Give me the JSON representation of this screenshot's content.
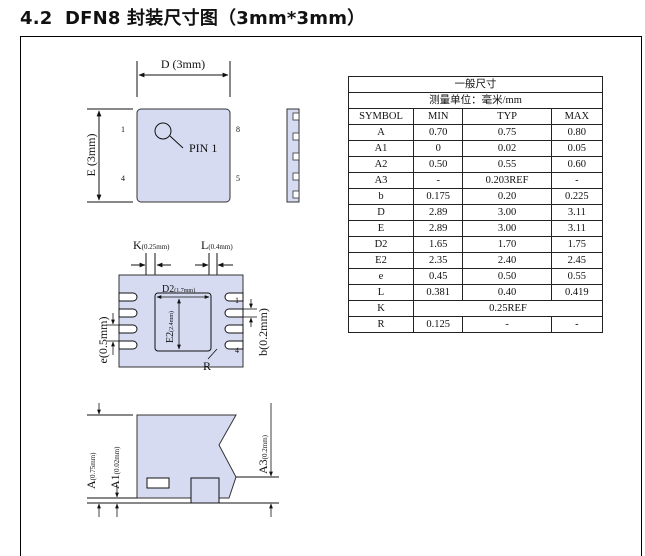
{
  "heading": {
    "number": "4.2",
    "title": "DFN8 封装尺寸图（3mm*3mm）"
  },
  "drawing": {
    "top_view": {
      "d_label": "D (3mm)",
      "e_label": "E (3mm)",
      "pin_label": "PIN 1",
      "pin_numbers": [
        "1",
        "4",
        "8",
        "5"
      ]
    },
    "bottom_view": {
      "k_label": "K",
      "k_sub": "(0.25mm)",
      "l_label": "L",
      "l_sub": "(0.4mm)",
      "d2_label": "D2",
      "d2_sub": "(1.7mm)",
      "e2_label": "E2",
      "e2_sub": "(2.4mm)",
      "e_label": "e(0.5mm)",
      "b_label": "b(0.2mm)",
      "r_label": "R",
      "pin_numbers": [
        "1",
        "4"
      ]
    },
    "side_view": {
      "a_label": "A",
      "a_sub": "(0.75mm)",
      "a1_label": "A1",
      "a1_sub": "(0.02mm)",
      "a3_label": "A3",
      "a3_sub": "(0.2mm)"
    }
  },
  "table": {
    "title": "一般尺寸",
    "unit": "测量单位：毫米/mm",
    "headers": [
      "SYMBOL",
      "MIN",
      "TYP",
      "MAX"
    ],
    "rows": [
      {
        "symbol": "A",
        "min": "0.70",
        "typ": "0.75",
        "max": "0.80"
      },
      {
        "symbol": "A1",
        "min": "0",
        "typ": "0.02",
        "max": "0.05"
      },
      {
        "symbol": "A2",
        "min": "0.50",
        "typ": "0.55",
        "max": "0.60"
      },
      {
        "symbol": "A3",
        "min": "-",
        "typ": "0.203REF",
        "max": "-"
      },
      {
        "symbol": "b",
        "min": "0.175",
        "typ": "0.20",
        "max": "0.225"
      },
      {
        "symbol": "D",
        "min": "2.89",
        "typ": "3.00",
        "max": "3.11"
      },
      {
        "symbol": "E",
        "min": "2.89",
        "typ": "3.00",
        "max": "3.11"
      },
      {
        "symbol": "D2",
        "min": "1.65",
        "typ": "1.70",
        "max": "1.75"
      },
      {
        "symbol": "E2",
        "min": "2.35",
        "typ": "2.40",
        "max": "2.45"
      },
      {
        "symbol": "e",
        "min": "0.45",
        "typ": "0.50",
        "max": "0.55"
      },
      {
        "symbol": "L",
        "min": "0.381",
        "typ": "0.40",
        "max": "0.419"
      },
      {
        "symbol": "K",
        "span": "0.25REF"
      },
      {
        "symbol": "R",
        "min": "0.125",
        "typ": "-",
        "max": "-"
      }
    ]
  }
}
